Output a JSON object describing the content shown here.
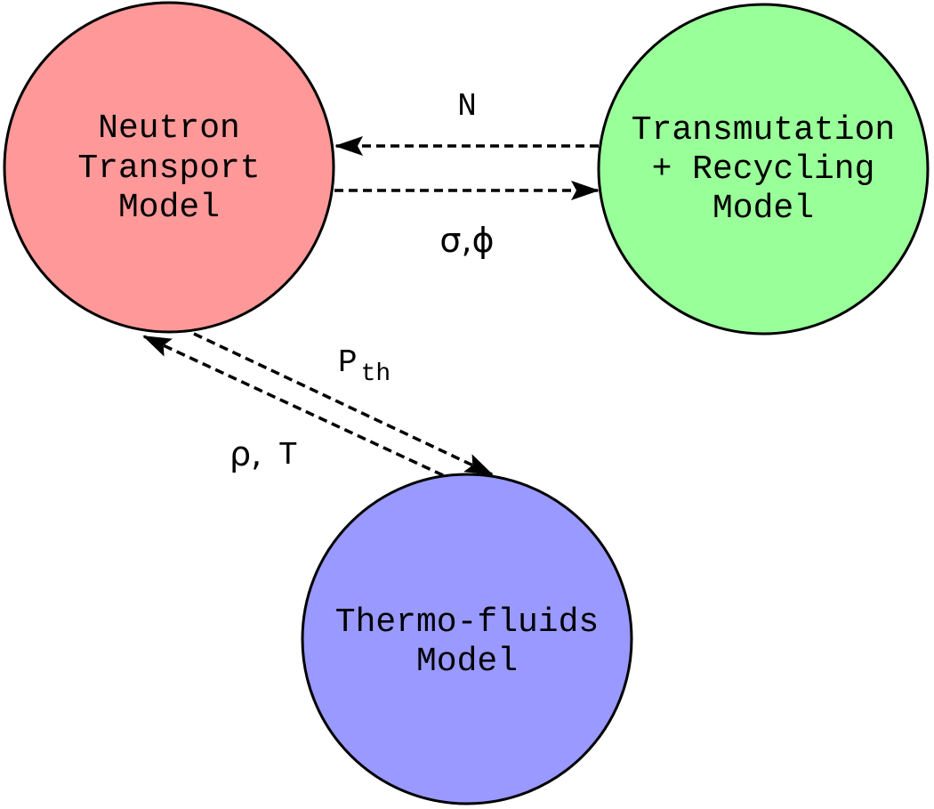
{
  "nodes": {
    "neutron": {
      "lines": [
        "Neutron",
        "Transport",
        "Model"
      ],
      "color": "#ff9999"
    },
    "transmutation": {
      "lines": [
        "Transmutation",
        "+ Recycling",
        "Model"
      ],
      "color": "#99ff99"
    },
    "thermo": {
      "lines": [
        "Thermo-fluids",
        "Model"
      ],
      "color": "#9999ff"
    }
  },
  "edges": {
    "n_label": "N",
    "sigma_phi_label": "σ,ϕ",
    "pth_label_main": "P",
    "pth_label_sub": "th",
    "rho_label": "ρ,",
    "t_label": "T"
  }
}
